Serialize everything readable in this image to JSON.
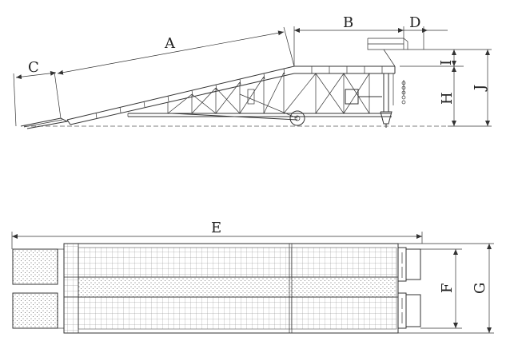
{
  "diagram": {
    "colors": {
      "line": "#333333",
      "background": "#ffffff"
    },
    "labels": {
      "a": "A",
      "b": "B",
      "c": "C",
      "d": "D",
      "e": "E",
      "f": "F",
      "g": "G",
      "h": "H",
      "i": "I",
      "j": "J"
    }
  }
}
